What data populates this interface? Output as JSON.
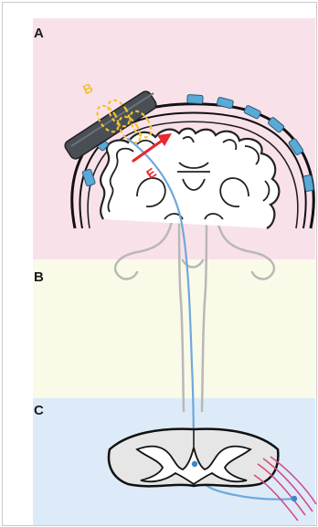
{
  "panels": [
    {
      "label": "A",
      "color": "#f9e1ea"
    },
    {
      "label": "B",
      "color": "#fafae8"
    },
    {
      "label": "C",
      "color": "#ddebf8"
    }
  ],
  "annotations": {
    "coil_label": "B",
    "field_label": "E"
  },
  "colors": {
    "coil": "#f1c232",
    "field_arrow": "#e8272f",
    "pathway": "#6fa8dc",
    "electrodes": "#5aa9d6",
    "coil_housing": "#4a4f55",
    "muscle": "#d24b8a"
  }
}
